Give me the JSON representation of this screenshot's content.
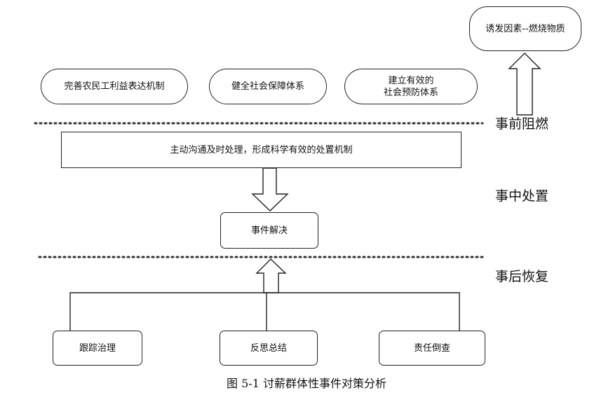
{
  "nodes": {
    "trigger": "诱发因素--燃烧物质",
    "expression": "完善农民工利益表达机制",
    "security": "健全社会保障体系",
    "prevention_line1": "建立有效的",
    "prevention_line2": "社会预防体系",
    "handling": "主动沟通及时处理，形成科学有效的处置机制",
    "resolution": "事件解决",
    "tracking": "跟踪治理",
    "reflection": "反思总结",
    "accountability": "责任倒查"
  },
  "stages": {
    "before": "事前阻燃",
    "during": "事中处置",
    "after": "事后恢复"
  },
  "caption": "图 5-1 讨薪群体性事件对策分析"
}
